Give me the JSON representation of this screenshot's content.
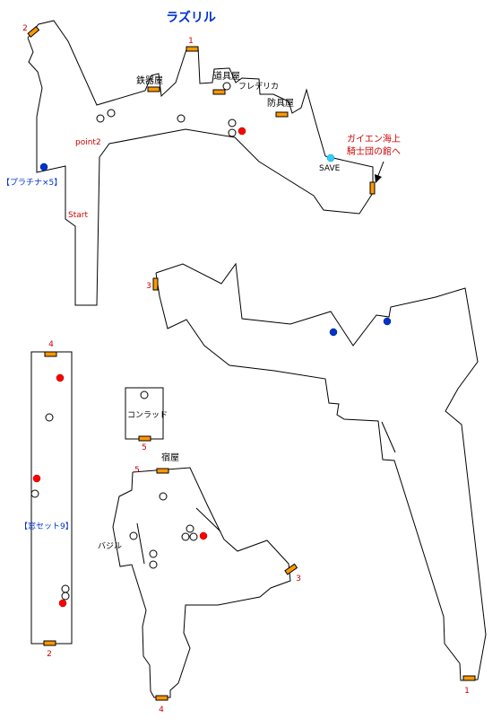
{
  "title": "ラズリル",
  "colors": {
    "title": "#0033cc",
    "label_red": "#cc0000",
    "label_blue": "#0033cc",
    "door_fill": "#ff9900",
    "npc_fill": "#ffffff",
    "red_marker": "#ff0000",
    "blue_marker": "#0033cc",
    "save_marker": "#33ccff",
    "wall": "#000000"
  },
  "exits": {
    "e2_top": "2",
    "e1_top": "1",
    "e3": "3",
    "e1_bottom": "1",
    "e4": "4",
    "e2_bottom": "2",
    "e5_top": "5",
    "e5_room": "5",
    "e3_inn": "3",
    "e4_inn": "4"
  },
  "labels": {
    "weapon_shop": "鉄器屋",
    "item_shop": "道具屋",
    "armor_shop": "防具屋",
    "frederika": "フレデリカ",
    "point2": "point2",
    "save": "SAVE",
    "to_knights": "ガイエン海上",
    "to_knights_2": "騎士団の館へ",
    "platinum": "【プラチナ×5】",
    "start": "Start",
    "conrad": "コンラッド",
    "inn": "宿屋",
    "basil": "バジル",
    "window_set": "【窓セット9】"
  }
}
